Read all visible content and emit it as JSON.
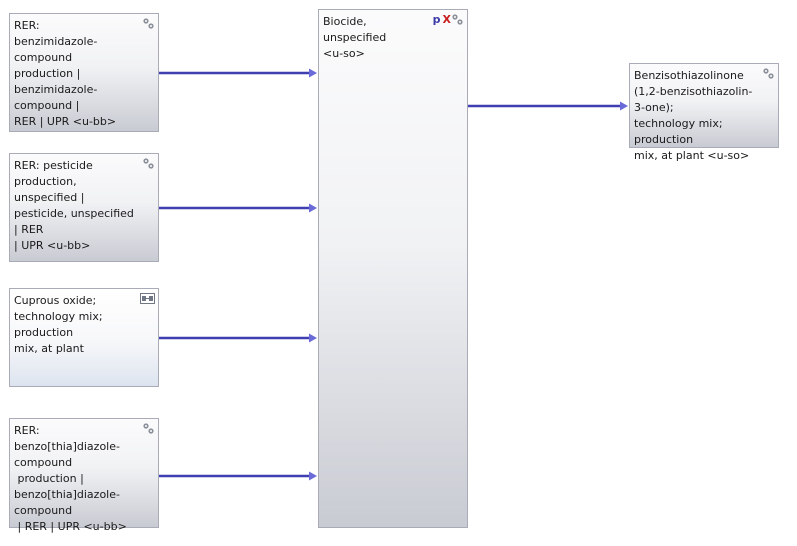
{
  "processes": [
    {
      "id": "n1",
      "label": "RER:\nbenzimidazole-compound\nproduction |\nbenzimidazole-compound |\nRER | UPR <u-bb>",
      "icon": "gear-icon"
    },
    {
      "id": "n2",
      "label": "RER: pesticide\nproduction, unspecified |\npesticide, unspecified | RER\n| UPR <u-bb>",
      "icon": "gear-icon"
    },
    {
      "id": "n3",
      "label": "Cuprous oxide;\ntechnology mix; production\nmix, at plant",
      "icon": "system-process-icon"
    },
    {
      "id": "n4",
      "label": "RER:\nbenzo[thia]diazole-compound\n production |\nbenzo[thia]diazole-compound\n | RER | UPR <u-bb>",
      "icon": "gear-icon"
    },
    {
      "id": "center",
      "label": "Biocide, unspecified\n<u-so>",
      "icon": "gear-icon",
      "badge_p": "p",
      "badge_x": "X"
    },
    {
      "id": "out",
      "label": "Benzisothiazolinone\n(1,2-benzisothiazolin-3-one);\ntechnology mix; production\nmix, at plant <u-so>",
      "icon": "gear-icon"
    }
  ],
  "flows": [
    {
      "from": "n1",
      "to": "center"
    },
    {
      "from": "n2",
      "to": "center"
    },
    {
      "from": "n3",
      "to": "center"
    },
    {
      "from": "n4",
      "to": "center"
    },
    {
      "from": "center",
      "to": "out"
    }
  ],
  "colors": {
    "edge": "#3f3fb2",
    "arrow": "#6a6ad8",
    "badge_p": "#3a3aa8",
    "badge_x": "#c81e1e"
  }
}
